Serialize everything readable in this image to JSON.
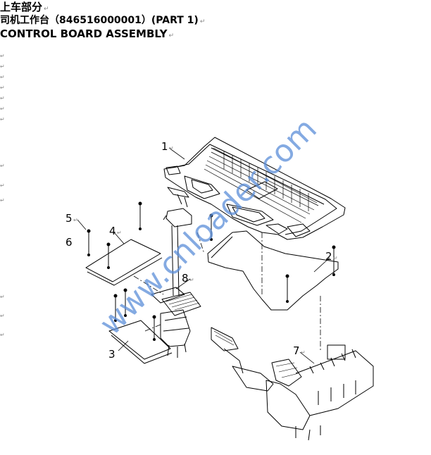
{
  "header": {
    "line1": "上车部分",
    "line2": "司机工作台（846516000001）(PART 1)",
    "line3": "CONTROL BOARD ASSEMBLY",
    "para_mark": "↵"
  },
  "callouts": [
    "1",
    "2",
    "3",
    "4",
    "5",
    "6",
    "7",
    "8"
  ],
  "watermark": "www.cnloader.com",
  "colors": {
    "watermark": "#5b8ed8",
    "line": "#000000"
  }
}
